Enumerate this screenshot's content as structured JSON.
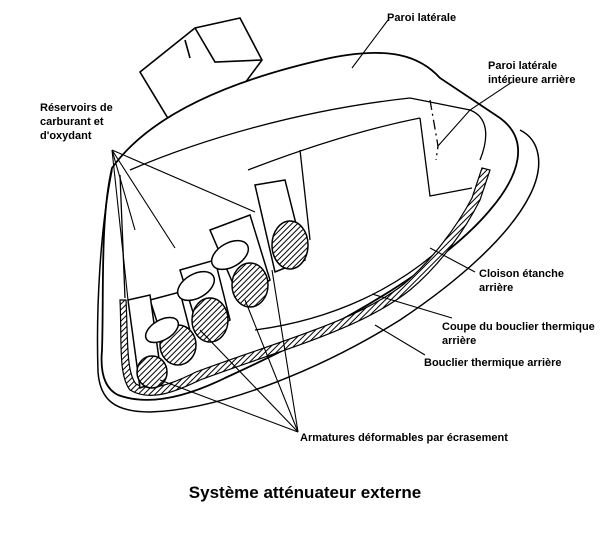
{
  "labels": {
    "side_wall": "Paroi latérale",
    "inner_rear_wall": [
      "Paroi latérale",
      "intérieure arrière"
    ],
    "tanks": [
      "Réservoirs de",
      "carburant et",
      "d'oxydant"
    ],
    "bulkhead": [
      "Cloison étanche",
      "arrière"
    ],
    "heat_shield_section": [
      "Coupe du bouclier thermique",
      "arrière"
    ],
    "rear_heat_shield": "Bouclier thermique arrière",
    "crushable_struts": "Armatures déformables par écrasement"
  },
  "caption": "Système atténuateur externe"
}
